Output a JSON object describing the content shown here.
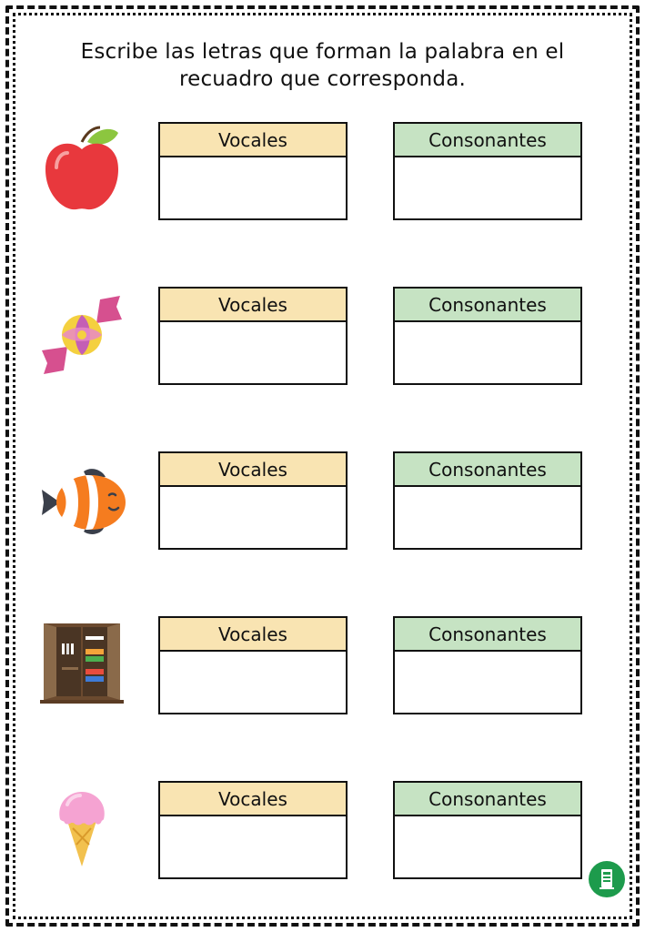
{
  "instructions": {
    "line1": "Escribe las letras que forman la palabra en el",
    "line2": "recuadro que corresponda."
  },
  "colors": {
    "vowels_header": "#f9e4b2",
    "consonants_header": "#c6e3c3",
    "logo": "#1d9b4c"
  },
  "rows": [
    {
      "icon": "apple-icon",
      "vowels_label": "Vocales",
      "consonants_label": "Consonantes"
    },
    {
      "icon": "candy-icon",
      "vowels_label": "Vocales",
      "consonants_label": "Consonantes"
    },
    {
      "icon": "fish-icon",
      "vowels_label": "Vocales",
      "consonants_label": "Consonantes"
    },
    {
      "icon": "wardrobe-icon",
      "vowels_label": "Vocales",
      "consonants_label": "Consonantes"
    },
    {
      "icon": "ice-cream-icon",
      "vowels_label": "Vocales",
      "consonants_label": "Consonantes"
    }
  ],
  "logo": {
    "icon": "publisher-logo-icon"
  }
}
